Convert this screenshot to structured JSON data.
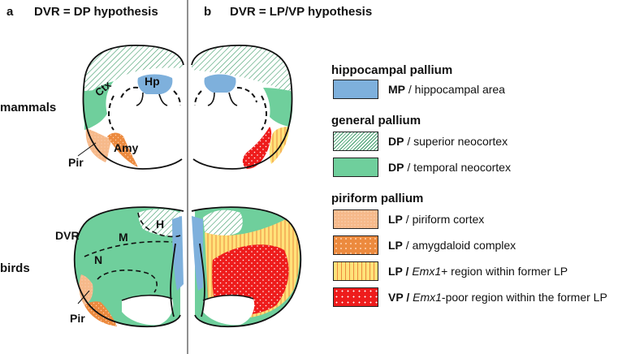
{
  "panels": {
    "a": {
      "letter": "a",
      "title": "DVR = DP hypothesis"
    },
    "b": {
      "letter": "b",
      "title": "DVR = LP/VP hypothesis"
    }
  },
  "rows": {
    "mammals": "mammals",
    "birds": "birds"
  },
  "brain_labels": {
    "hp": "Hp",
    "ctx": "Ctx",
    "amy": "Amy",
    "pir_mammal": "Pir",
    "dvr": "DVR",
    "m": "M",
    "h": "H",
    "n": "N",
    "pir_bird": "Pir"
  },
  "legend": {
    "groups": [
      {
        "heading": "hippocampal pallium",
        "items": [
          {
            "code": "MP",
            "sep": " / ",
            "em": "",
            "desc": "hippocampal area",
            "fill": "#7eb0dc",
            "pattern": "solid"
          }
        ]
      },
      {
        "heading": "general pallium",
        "items": [
          {
            "code": "DP",
            "sep": " / ",
            "em": "",
            "desc": "superior neocortex",
            "fill": "#ffffff",
            "pattern": "hatch"
          },
          {
            "code": "DP",
            "sep": " / ",
            "em": "",
            "desc": "temporal neocortex",
            "fill": "#6fcf9c",
            "pattern": "solid"
          }
        ]
      },
      {
        "heading": "piriform pallium",
        "items": [
          {
            "code": "LP",
            "sep": " / ",
            "em": "",
            "desc": "piriform cortex",
            "fill": "#f6b98a",
            "pattern": "fine-dots"
          },
          {
            "code": "LP",
            "sep": " / ",
            "em": "",
            "desc": "amygdaloid complex",
            "fill": "#ec8a3e",
            "pattern": "dots"
          },
          {
            "code": "LP",
            "sep": " / ",
            "em": "Emx1",
            "desc": "+ region within former LP",
            "fill": "#ffe27a",
            "pattern": "stripes"
          },
          {
            "code": "VP",
            "sep": " / ",
            "em": "Emx1",
            "desc": "-poor region within the former LP",
            "fill": "#ee1c1c",
            "pattern": "red-dots"
          }
        ]
      }
    ]
  },
  "colors": {
    "mp": "#7eb0dc",
    "dp_temporal": "#6fcf9c",
    "lp_piriform": "#f6b98a",
    "lp_amygdala": "#ec8a3e",
    "lp_emx": "#ffe27a",
    "vp": "#ee1c1c",
    "hatch": "#3a9a66"
  }
}
